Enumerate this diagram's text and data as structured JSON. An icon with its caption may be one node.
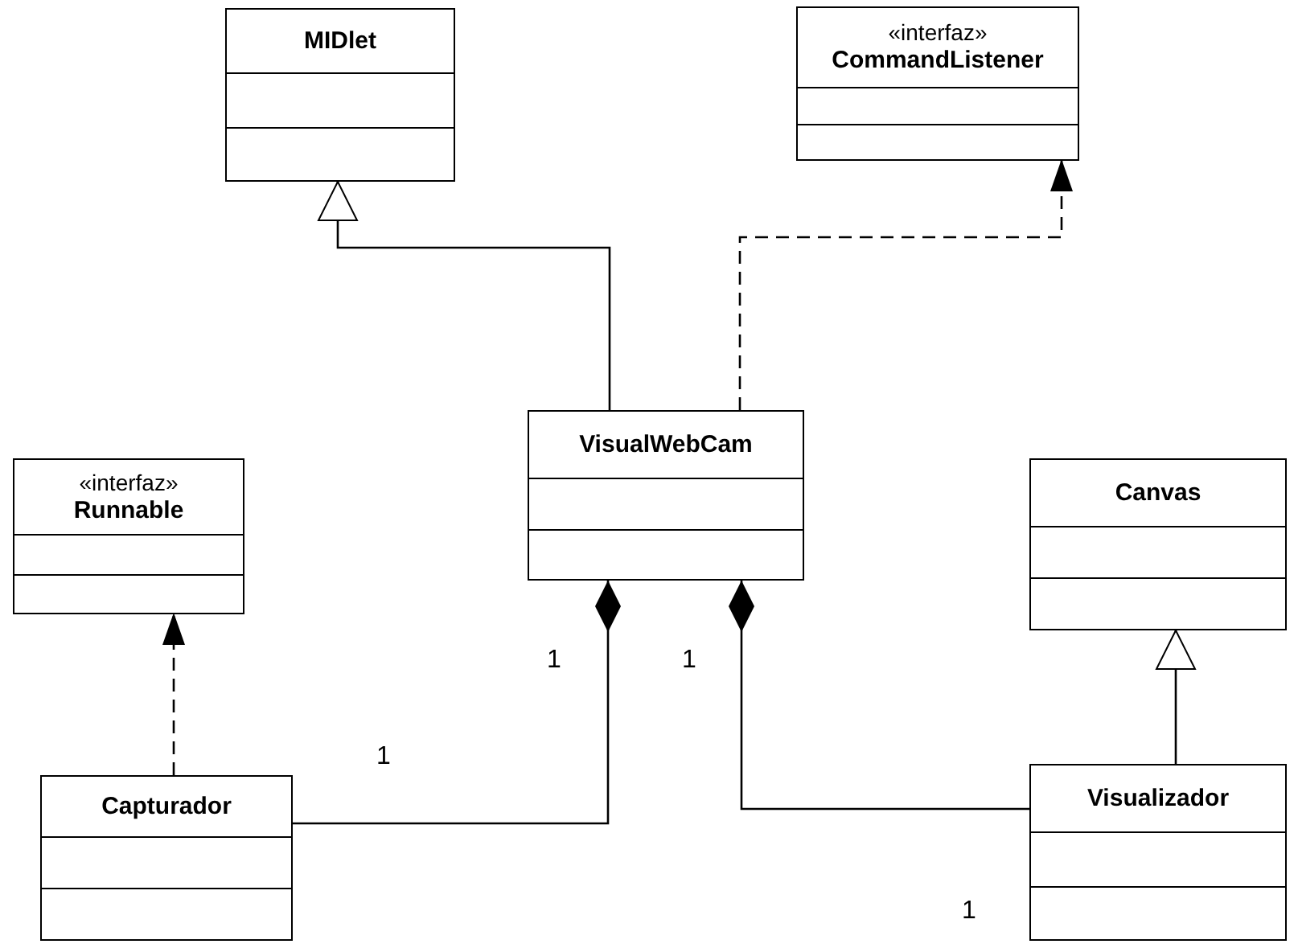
{
  "diagram": {
    "nodes": [
      {
        "text": [
          "MIDlet"
        ]
      },
      {
        "text": [
          "«interfaz»",
          "CommandListener"
        ]
      },
      {
        "text": [
          "VisualWebCam"
        ]
      },
      {
        "text": [
          "«interfaz»",
          "Runnable"
        ]
      },
      {
        "text": [
          "Canvas"
        ]
      },
      {
        "text": [
          "Capturador"
        ]
      },
      {
        "text": [
          "Visualizador"
        ]
      }
    ],
    "edges": [
      {
        "from": 2,
        "to": 0,
        "arrow": "to"
      },
      {
        "from": 2,
        "to": 1,
        "arrow": "to",
        "style": "dashed"
      },
      {
        "from": 5,
        "to": 3,
        "arrow": "to",
        "style": "dashed"
      },
      {
        "from": 6,
        "to": 4,
        "arrow": "to"
      },
      {
        "from": 2,
        "to": 5,
        "arrow": "other"
      },
      {
        "from": 2,
        "to": 6,
        "arrow": "other"
      }
    ],
    "labels": [
      "1",
      "1",
      "1",
      "1"
    ]
  }
}
